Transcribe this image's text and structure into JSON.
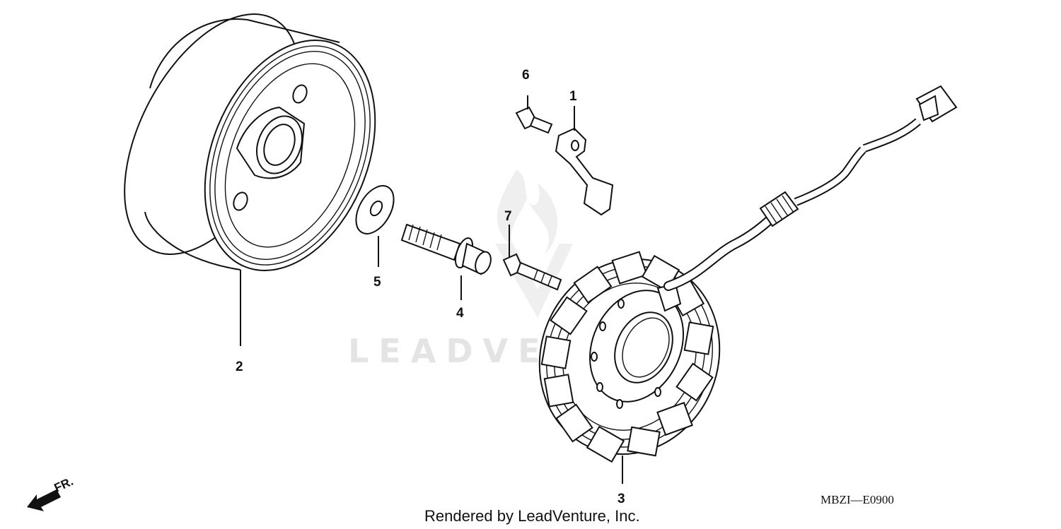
{
  "callouts": {
    "p1": "1",
    "p2": "2",
    "p3": "3",
    "p4": "4",
    "p5": "5",
    "p6": "6",
    "p7": "7"
  },
  "diagram_code": "MBZI—E0900",
  "footer": "Rendered by LeadVenture, Inc.",
  "direction": {
    "label": "FR.",
    "icon": "front-direction-arrow-icon"
  },
  "watermark": {
    "text": "LEADVENTURE",
    "icon": "leadventure-logo-watermark"
  }
}
